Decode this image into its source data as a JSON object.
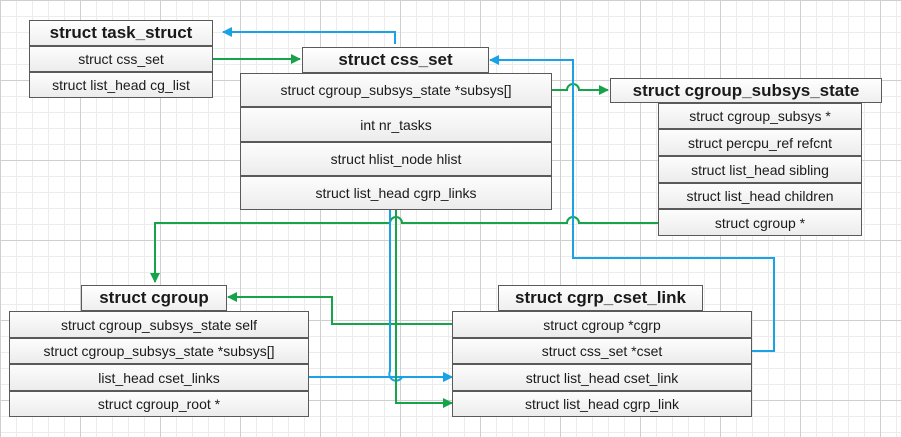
{
  "colors": {
    "green": "#16a34a",
    "blue": "#1aa2e6",
    "border": "#5a5a5a"
  },
  "task_struct": {
    "title": "struct task_struct",
    "fields": [
      "struct css_set",
      "struct list_head cg_list"
    ]
  },
  "css_set": {
    "title": "struct css_set",
    "fields": [
      "struct cgroup_subsys_state *subsys[]",
      "int nr_tasks",
      "struct hlist_node hlist",
      "struct list_head cgrp_links"
    ]
  },
  "cgroup_subsys_state": {
    "title": "struct cgroup_subsys_state",
    "fields": [
      "struct cgroup_subsys *",
      "struct percpu_ref refcnt",
      "struct list_head sibling",
      "struct list_head children",
      "struct cgroup *"
    ]
  },
  "cgroup": {
    "title": "struct cgroup",
    "fields": [
      "struct cgroup_subsys_state self",
      "struct cgroup_subsys_state *subsys[]",
      "list_head cset_links",
      "struct cgroup_root *"
    ]
  },
  "cgrp_cset_link": {
    "title": "struct cgrp_cset_link",
    "fields": [
      "struct cgroup *cgrp",
      "struct css_set *cset",
      "struct list_head cset_link",
      "struct list_head cgrp_link"
    ]
  }
}
